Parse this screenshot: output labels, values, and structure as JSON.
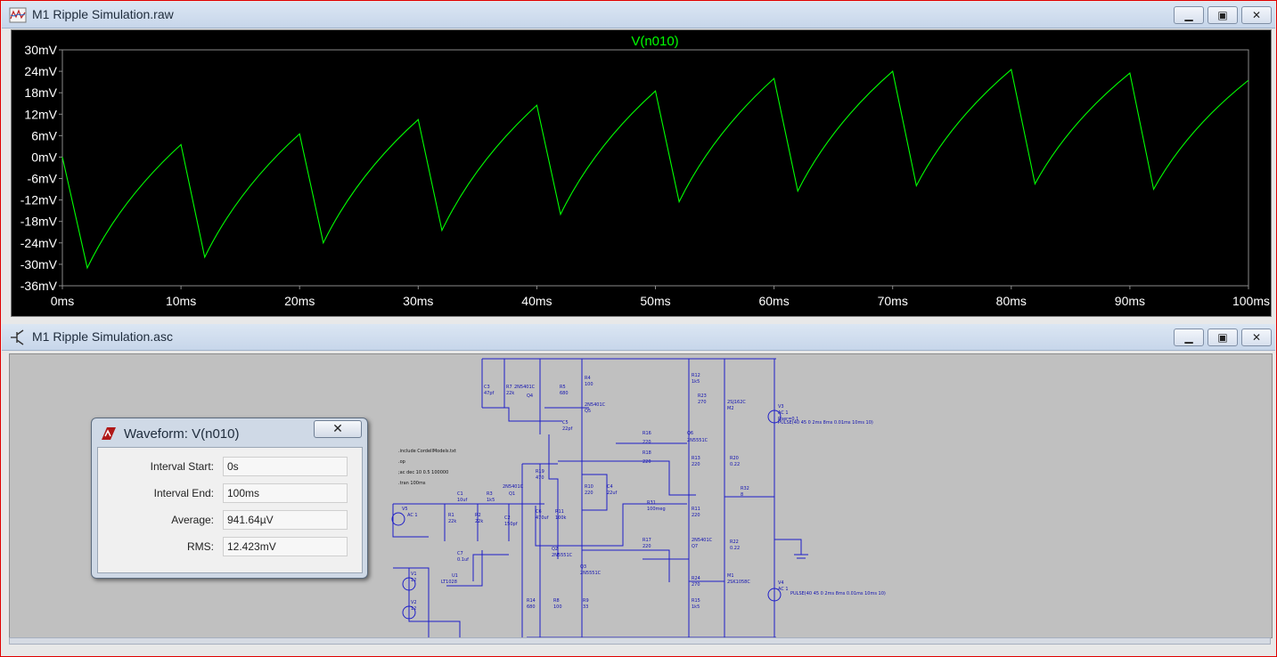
{
  "waveform_window": {
    "title": "M1 Ripple Simulation.raw",
    "trace_name": "V(n010)"
  },
  "chart_data": {
    "type": "line",
    "title": "V(n010)",
    "xlabel": "",
    "ylabel": "",
    "xlim": [
      0,
      100
    ],
    "ylim": [
      -36,
      30
    ],
    "x_unit": "ms",
    "y_unit": "mV",
    "grid": false,
    "x_ticks": [
      "0ms",
      "10ms",
      "20ms",
      "30ms",
      "40ms",
      "50ms",
      "60ms",
      "70ms",
      "80ms",
      "90ms",
      "100ms"
    ],
    "y_ticks": [
      "30mV",
      "24mV",
      "18mV",
      "12mV",
      "6mV",
      "0mV",
      "-6mV",
      "-12mV",
      "-18mV",
      "-24mV",
      "-30mV",
      "-36mV"
    ],
    "series": [
      {
        "color": "#00ff00",
        "x": [
          0,
          2.1,
          10,
          12,
          20,
          22,
          30,
          32,
          40,
          42,
          50,
          52,
          60,
          62,
          70,
          72,
          80,
          82,
          90,
          92,
          100
        ],
        "y": [
          0,
          -31,
          3.5,
          -28,
          6.5,
          -24,
          10.5,
          -20.5,
          14.5,
          -16,
          18.5,
          -12.5,
          22,
          -9.5,
          24,
          -8,
          24.5,
          -7.5,
          23.5,
          -9,
          21.5
        ]
      }
    ]
  },
  "schematic_window": {
    "title": "M1 Ripple Simulation.asc",
    "directives": [
      ".include CordellModels.txt",
      ".op",
      ";ac dec 10 0.5 100000",
      ".tran 100ms"
    ],
    "labels": [
      "C3",
      "47pf",
      "R7",
      "22k",
      "2N5401C",
      "Q4",
      "R5",
      "680",
      "R4",
      "100",
      "2N5401C",
      "Q5",
      "C5",
      "22pf",
      "R16",
      "220",
      "R18",
      "220",
      "Q6",
      "2N5551C",
      "R12",
      "1k5",
      "R23",
      "270",
      "2SJ162C",
      "M2",
      "V3",
      "AC 1",
      "Rser=0.1",
      "PULSE(40 45 0 2ms 8ms 0.01ms 10ms 10)",
      "R13",
      "220",
      "R20",
      "0.22",
      "R32",
      "8",
      "R19",
      "470",
      "R10",
      "220",
      "C4",
      "22uf",
      "C1",
      "10uf",
      "R3",
      "1k5",
      "2N5401C",
      "Q1",
      "C6",
      "470uf",
      "R11",
      "100k",
      "R31",
      "100meg",
      "R11",
      "220",
      "V5",
      "AC 1",
      "R1",
      "22k",
      "R2",
      "22k",
      "C2",
      "150pf",
      "Q2",
      "2N5551C",
      "R17",
      "220",
      "2N5401C",
      "Q7",
      "R22",
      "0.22",
      "C7",
      "0.1uf",
      "U1",
      "LT1028",
      "Q3",
      "2N5551C",
      "R24",
      "270",
      "M1",
      "2SK1058C",
      "V4",
      "AC 1",
      "PULSE(40 45 0 2ms 8ms 0.01ms 10ms 10)",
      "V1",
      "12",
      "V2",
      "12",
      "R14",
      "680",
      "R8",
      "100",
      "R9",
      "33",
      "R15",
      "1k5"
    ]
  },
  "waveform_dialog": {
    "title": "Waveform: V(n010)",
    "rows": [
      {
        "label": "Interval Start:",
        "value": "0s"
      },
      {
        "label": "Interval End:",
        "value": "100ms"
      },
      {
        "label": "Average:",
        "value": "941.64µV"
      },
      {
        "label": "RMS:",
        "value": "12.423mV"
      }
    ]
  },
  "icons": {
    "raw_window": "waveform-icon",
    "asc_window": "schematic-icon",
    "dialog": "ltspice-logo-icon",
    "minimize": "minimize-icon",
    "maximize": "maximize-icon",
    "close": "close-icon"
  },
  "colors": {
    "trace": "#00ff00",
    "plot_bg": "#000000",
    "axis_text": "#ffffff",
    "wire": "#1e1ec8",
    "schematic_bg": "#c0c0c0"
  }
}
